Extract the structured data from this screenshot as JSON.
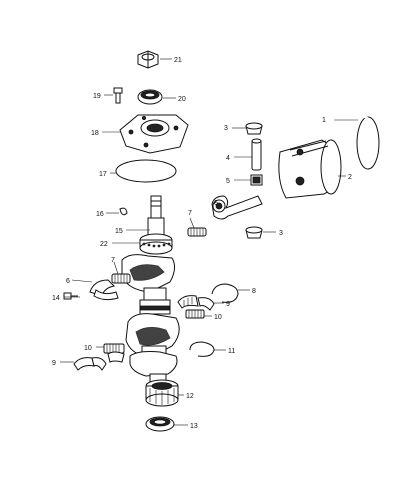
{
  "diagram": {
    "callouts": [
      {
        "label": "1"
      },
      {
        "label": "2"
      },
      {
        "label": "3"
      },
      {
        "label": "3"
      },
      {
        "label": "4"
      },
      {
        "label": "5"
      },
      {
        "label": "6"
      },
      {
        "label": "6"
      },
      {
        "label": "7"
      },
      {
        "label": "7"
      },
      {
        "label": "8"
      },
      {
        "label": "9"
      },
      {
        "label": "9"
      },
      {
        "label": "10"
      },
      {
        "label": "10"
      },
      {
        "label": "11"
      },
      {
        "label": "12"
      },
      {
        "label": "13"
      },
      {
        "label": "14"
      },
      {
        "label": "15"
      },
      {
        "label": "16"
      },
      {
        "label": "17"
      },
      {
        "label": "18"
      },
      {
        "label": "19"
      },
      {
        "label": "20"
      },
      {
        "label": "21"
      },
      {
        "label": "22"
      }
    ]
  }
}
